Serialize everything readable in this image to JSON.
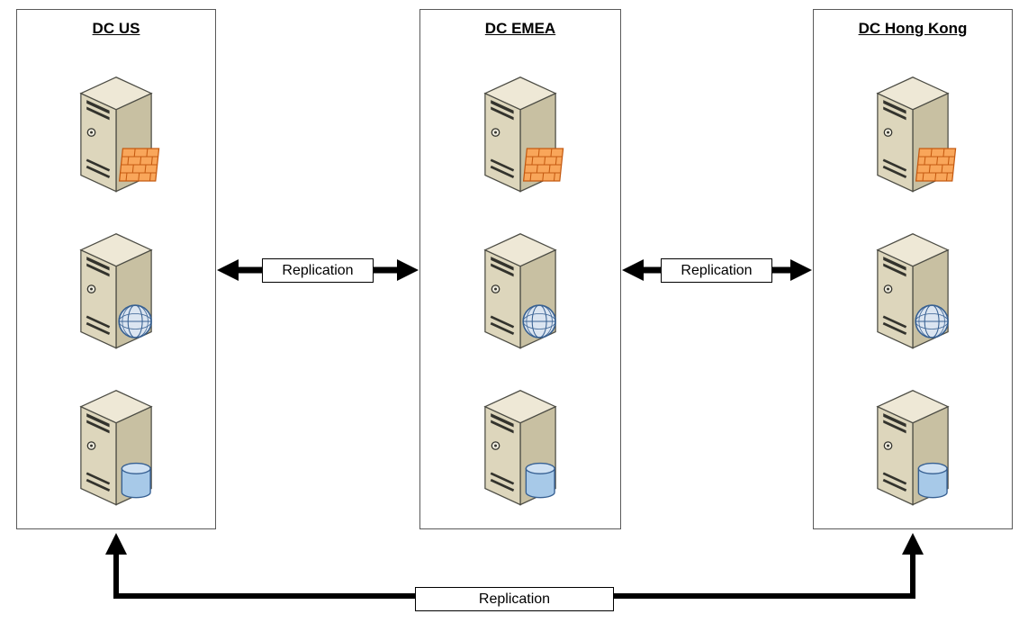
{
  "diagram": {
    "type": "network-replication-topology",
    "datacenters": [
      {
        "title": "DC US",
        "servers": [
          {
            "type": "firewall-server",
            "icon": "firewall-icon"
          },
          {
            "type": "web-server",
            "icon": "globe-icon"
          },
          {
            "type": "database-server",
            "icon": "database-icon"
          }
        ]
      },
      {
        "title": "DC EMEA",
        "servers": [
          {
            "type": "firewall-server",
            "icon": "firewall-icon"
          },
          {
            "type": "web-server",
            "icon": "globe-icon"
          },
          {
            "type": "database-server",
            "icon": "database-icon"
          }
        ]
      },
      {
        "title": "DC Hong Kong",
        "servers": [
          {
            "type": "firewall-server",
            "icon": "firewall-icon"
          },
          {
            "type": "web-server",
            "icon": "globe-icon"
          },
          {
            "type": "database-server",
            "icon": "database-icon"
          }
        ]
      }
    ],
    "links": [
      {
        "label": "Replication",
        "from": "DC US",
        "to": "DC EMEA",
        "style": "double-arrow"
      },
      {
        "label": "Replication",
        "from": "DC EMEA",
        "to": "DC Hong Kong",
        "style": "double-arrow"
      },
      {
        "label": "Replication",
        "from": "DC US",
        "to": "DC Hong Kong",
        "style": "double-arrow-bottom"
      }
    ],
    "colors": {
      "box_border": "#595959",
      "connector": "#000000",
      "server_front": "#ddd6bc",
      "server_side": "#c8c0a2",
      "server_top": "#eee8d6",
      "firewall_orange": "#f9a65a",
      "firewall_line": "#c55a11",
      "globe_blue": "#dbe5f1",
      "globe_line": "#376092",
      "database_fill": "#a7c9e8",
      "database_top": "#cfe1f3"
    }
  }
}
